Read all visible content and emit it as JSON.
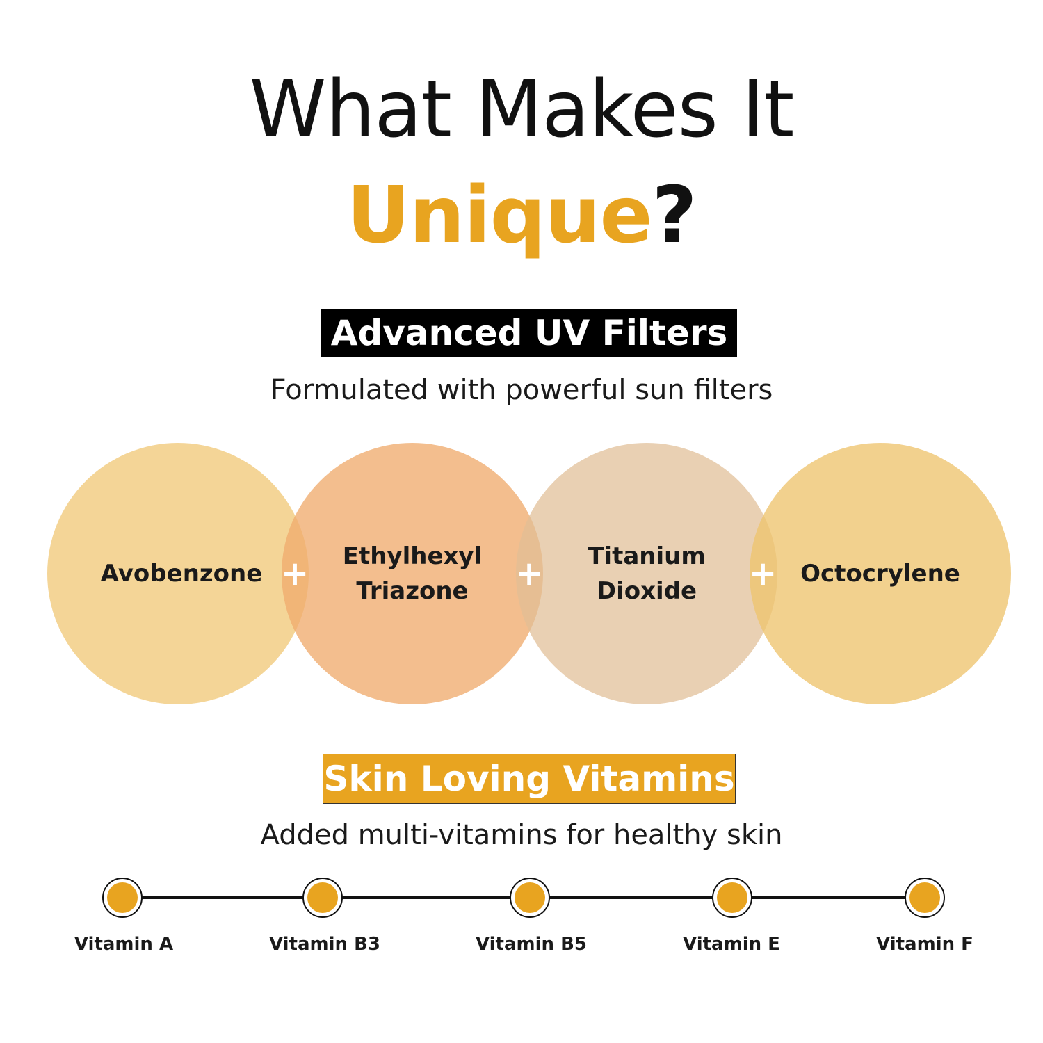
{
  "title": {
    "line1": "What Makes It",
    "line2_accent": "Unique",
    "line2_mark": "?"
  },
  "uv_section": {
    "heading": "Advanced UV Filters",
    "subtitle": "Formulated with powerful sun filters",
    "filters": [
      {
        "label": "Avobenzone",
        "color": "#f2ce85"
      },
      {
        "label": "Ethylhexyl\nTriazone",
        "color": "#f2ba85"
      },
      {
        "label": "Titanium\nDioxide",
        "color": "#e9cdb0"
      },
      {
        "label": "Octocrylene",
        "color": "#f2d08a"
      }
    ],
    "connector": "+"
  },
  "vitamin_section": {
    "heading": "Skin Loving Vitamins",
    "subtitle": "Added multi-vitamins for healthy skin",
    "vitamins": [
      "Vitamin A",
      "Vitamin B3",
      "Vitamin B5",
      "Vitamin E",
      "Vitamin F"
    ]
  },
  "colors": {
    "accent": "#e8a420",
    "dark": "#111111"
  }
}
